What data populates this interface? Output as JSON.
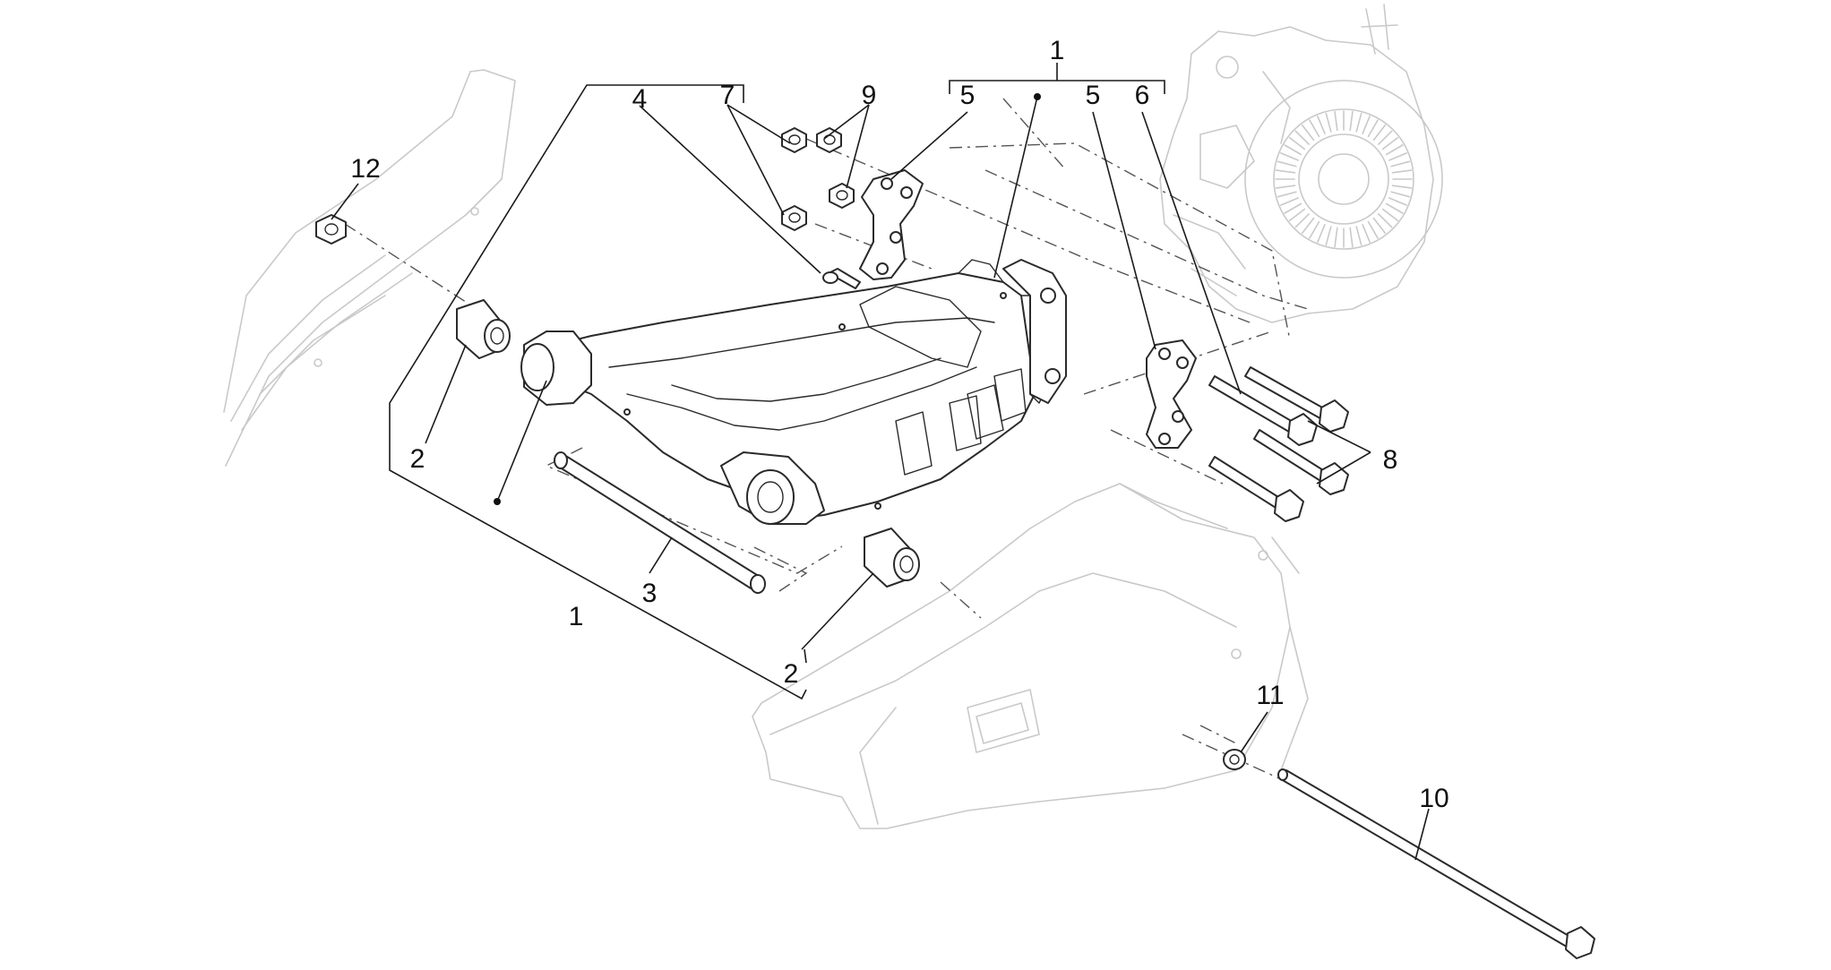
{
  "colors": {
    "line": "#2a2a2a",
    "ghost": "#c9c9c9",
    "background": "#ffffff"
  },
  "callouts": [
    {
      "id": "c1-top",
      "label": "1"
    },
    {
      "id": "c1-bottom",
      "label": "1"
    },
    {
      "id": "c2-left",
      "label": "2"
    },
    {
      "id": "c2-right",
      "label": "2"
    },
    {
      "id": "c3",
      "label": "3"
    },
    {
      "id": "c4",
      "label": "4"
    },
    {
      "id": "c5-left",
      "label": "5"
    },
    {
      "id": "c5-right",
      "label": "5"
    },
    {
      "id": "c6",
      "label": "6"
    },
    {
      "id": "c7",
      "label": "7"
    },
    {
      "id": "c8",
      "label": "8"
    },
    {
      "id": "c9",
      "label": "9"
    },
    {
      "id": "c10",
      "label": "10"
    },
    {
      "id": "c11",
      "label": "11"
    },
    {
      "id": "c12",
      "label": "12"
    }
  ]
}
